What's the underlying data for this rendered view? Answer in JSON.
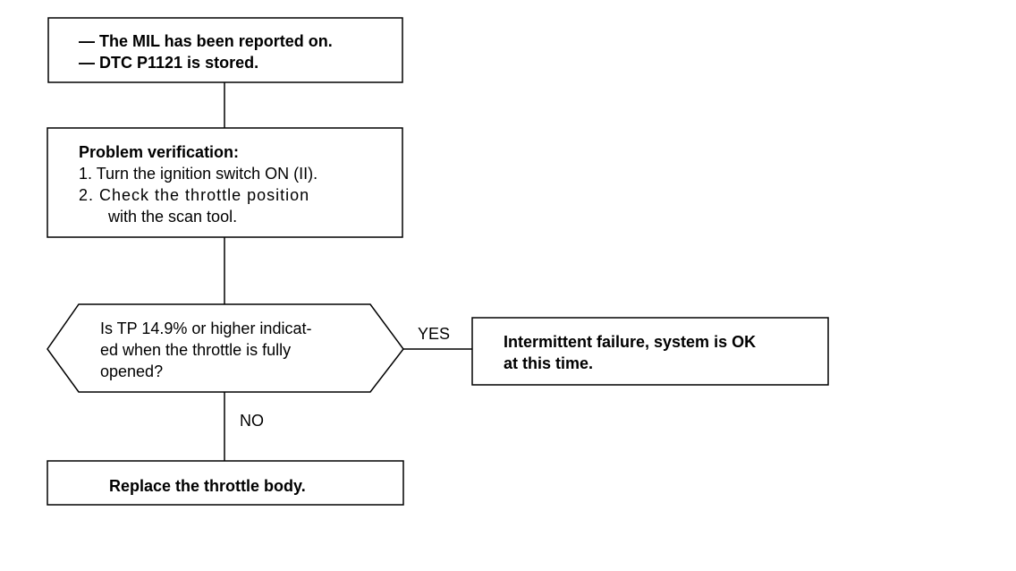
{
  "start_box": {
    "lines": [
      "— The MIL has been reported on.",
      "— DTC P1121 is stored."
    ]
  },
  "verify_box": {
    "title": "Problem verification:",
    "steps": [
      "1.  Turn the ignition switch ON (II).",
      "2.  Check the throttle position",
      "with the scan tool."
    ]
  },
  "decision": {
    "lines": [
      "Is TP 14.9% or higher indicat-",
      "ed when the throttle is fully",
      "opened?"
    ]
  },
  "yes_label": "YES",
  "no_label": "NO",
  "yes_box": {
    "lines": [
      "Intermittent failure, system is OK",
      "at this time."
    ]
  },
  "no_box": {
    "text": "Replace the throttle body."
  }
}
